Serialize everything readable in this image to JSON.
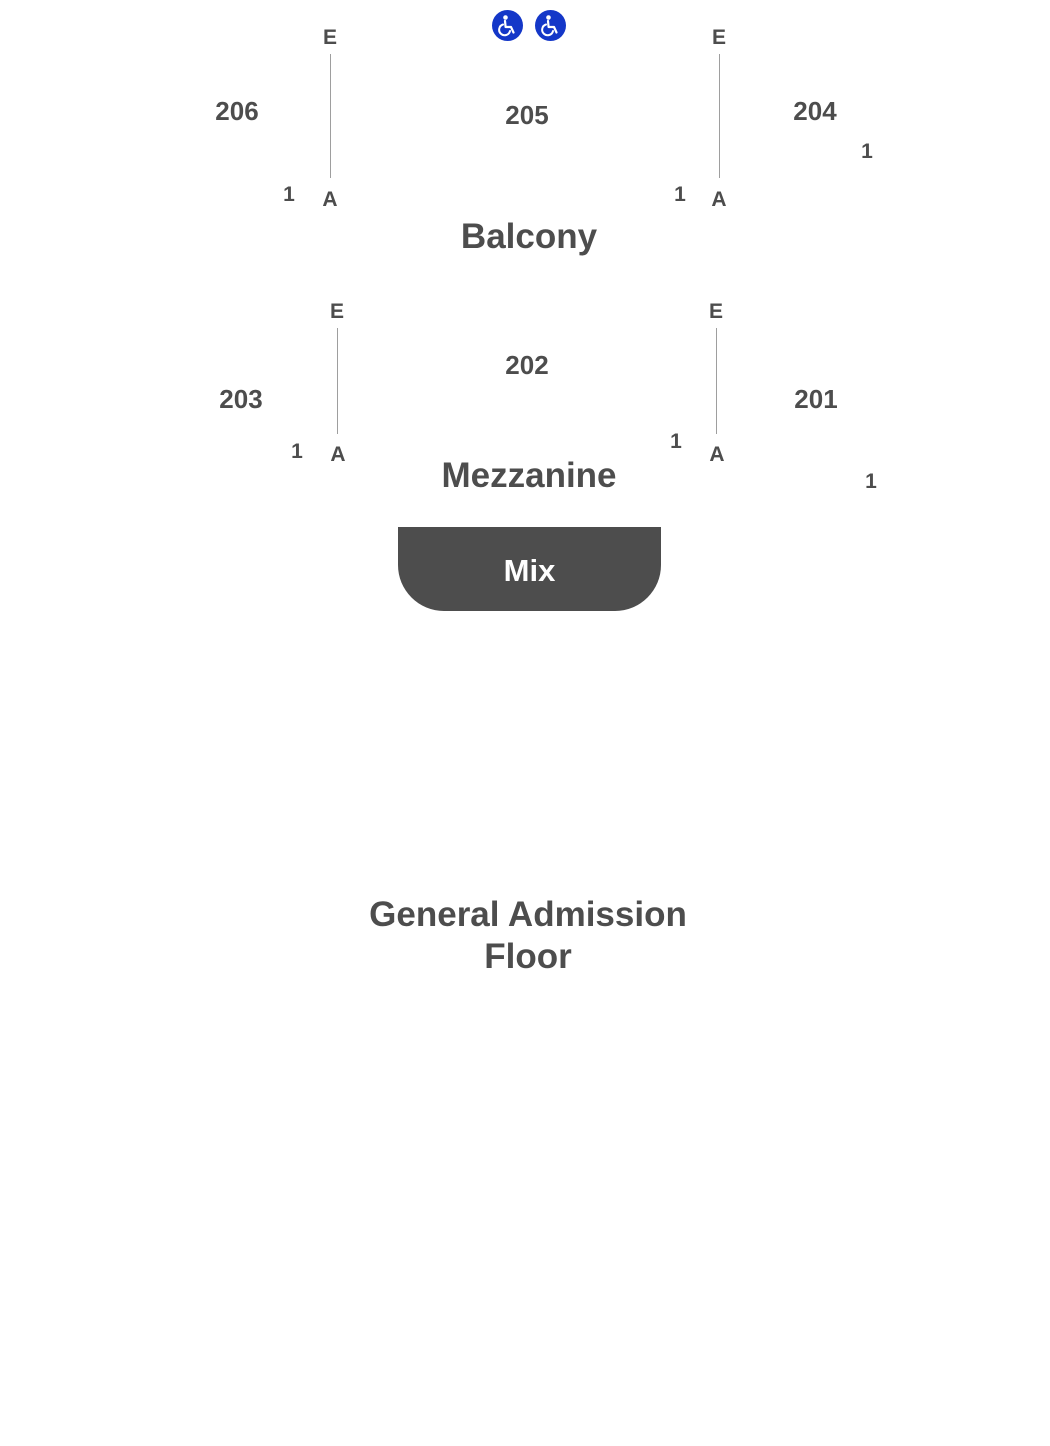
{
  "accessibility": {
    "icons": [
      "wheelchair-icon",
      "wheelchair-icon"
    ],
    "color": "#1437c8"
  },
  "balcony": {
    "name": "Balcony",
    "sections": {
      "s206": "206",
      "s205": "205",
      "s204": "204"
    },
    "left_aisle": {
      "top_row": "E",
      "bottom_row": "A",
      "seat": "1"
    },
    "right_aisle": {
      "top_row": "E",
      "bottom_row": "A",
      "seat": "1"
    },
    "s204_seat": "1"
  },
  "mezzanine": {
    "name": "Mezzanine",
    "sections": {
      "s203": "203",
      "s202": "202",
      "s201": "201"
    },
    "left_aisle": {
      "top_row": "E",
      "bottom_row": "A",
      "seat": "1"
    },
    "right_aisle": {
      "top_row": "E",
      "bottom_row": "A",
      "seat": "1"
    },
    "s201_seat": "1"
  },
  "mix": {
    "label": "Mix"
  },
  "floor": {
    "line1": "General Admission",
    "line2": "Floor"
  },
  "colors": {
    "text": "#4d4d4d",
    "mix_fill": "#4d4d4d",
    "row_line": "#9e9e9e"
  }
}
